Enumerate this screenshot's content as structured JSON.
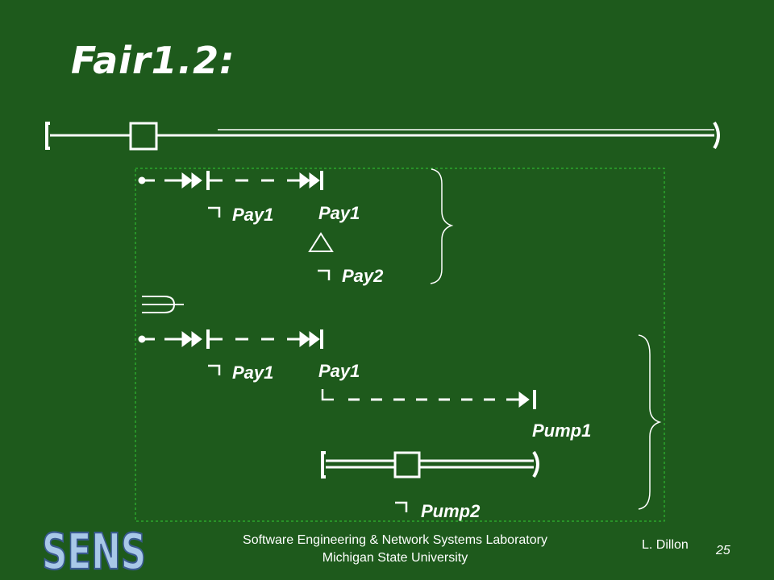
{
  "title": "Fair1.2:",
  "labels": {
    "upper_neg_pay1": "Pay1",
    "upper_pay1": "Pay1",
    "upper_neg_pay2": "Pay2",
    "lower_neg_pay1": "Pay1",
    "lower_pay1": "Pay1",
    "lower_pump1": "Pump1",
    "lower_neg_pump2": "Pump2"
  },
  "footer": {
    "lab": "Software Engineering & Network Systems Laboratory",
    "university": "Michigan State University",
    "author": "L. Dillon",
    "page": "25"
  },
  "logo": {
    "text": "SENS"
  },
  "colors": {
    "background": "#1e5a1c",
    "foreground": "#ffffff",
    "dashed_box": "#33cc33"
  }
}
